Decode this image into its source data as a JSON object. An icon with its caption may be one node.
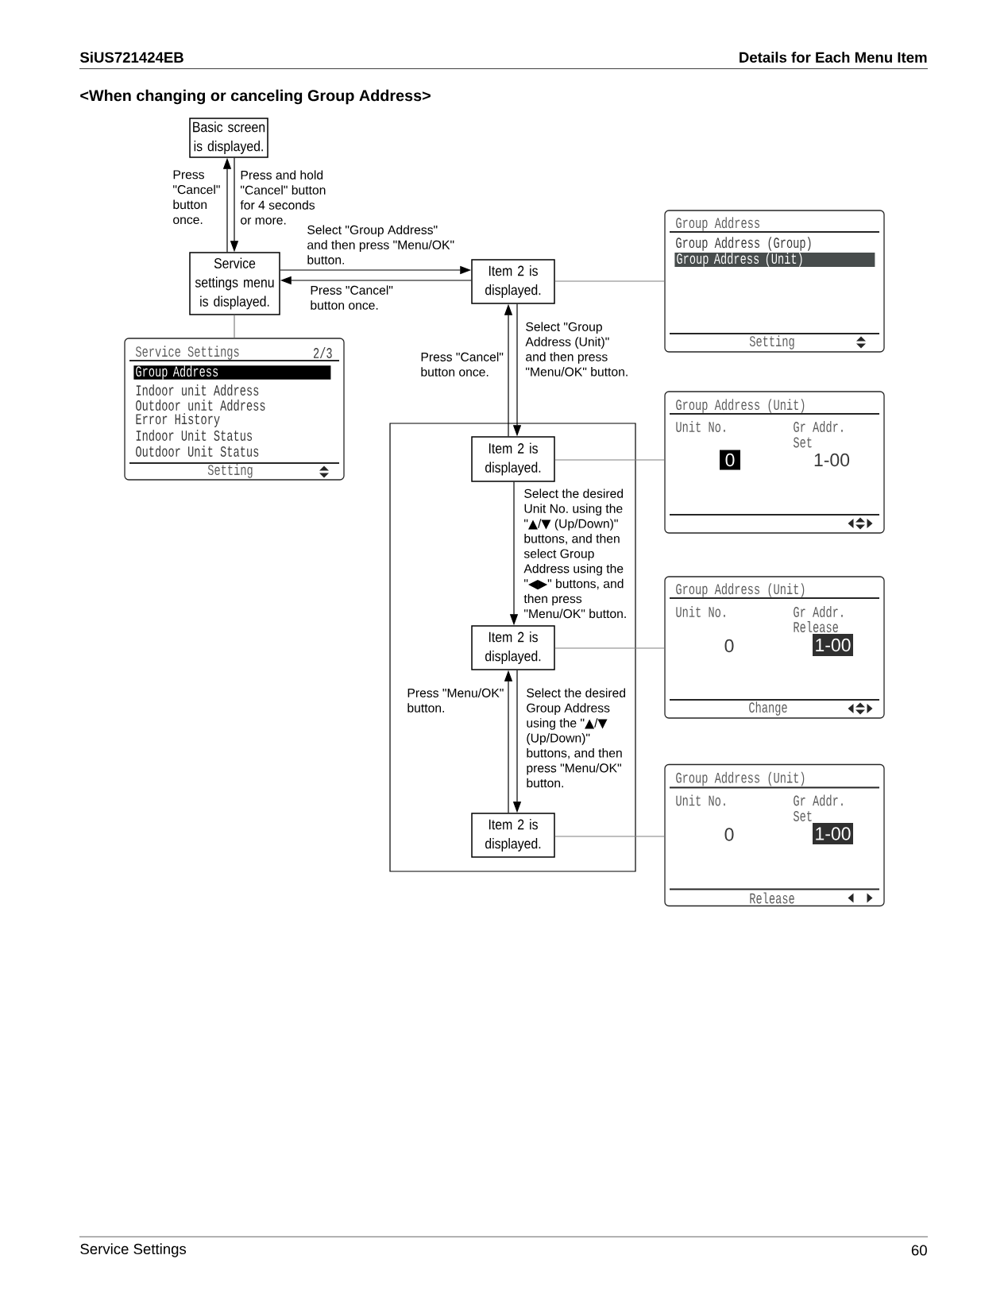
{
  "diagram": {
    "title": "<When changing or canceling Group Address>",
    "nodes": [
      {
        "text": [
          "Basic screen is displayed."
        ]
      },
      {
        "text": [
          "Service settings menu is displayed."
        ]
      },
      {
        "text": [
          "Item 2 is displayed."
        ]
      },
      {
        "text": [],
        "shape": "box"
      },
      {
        "text": [
          "Item 2 is displayed."
        ],
        "in": 3
      },
      {
        "text": [
          "Item 2 is displayed."
        ],
        "in": 3
      },
      {
        "text": [
          "Item 2 is displayed."
        ],
        "in": 3
      },
      {
        "text": [
          "Service Settings",
          "2/3",
          "Group Address",
          "Indoor unit Address",
          "Outdoor unit Address",
          "Error History",
          "Indoor Unit Status",
          "Outdoor Unit Status",
          "Setting"
        ]
      },
      {
        "text": [
          "Group Address",
          "Group Address (Group)",
          "Group Address (Unit)",
          "Setting"
        ]
      },
      {
        "text": [
          "Group Address (Unit)",
          "Unit No.",
          "Gr Addr.",
          "Set",
          "0",
          "1-00"
        ]
      },
      {
        "text": [
          "Group Address (Unit)",
          "Unit No.",
          "Gr Addr.",
          "Release",
          "0",
          "1-00",
          "Change"
        ]
      },
      {
        "text": [
          "Group Address (Unit)",
          "Unit No.",
          "Gr Addr.",
          "Set",
          "0",
          "1-00",
          "Release"
        ]
      }
    ],
    "edges": [
      {
        "from": 1,
        "to": 0,
        "arrow": "to",
        "label": "Press \"Cancel\" button once."
      },
      {
        "from": 0,
        "to": 1,
        "arrow": "to",
        "label": "Press and hold \"Cancel\" button for 4 seconds or more."
      },
      {
        "from": 1,
        "to": 2,
        "arrow": "to",
        "label": "Select \"Group Address\" and then press \"Menu/OK\" button."
      },
      {
        "from": 2,
        "to": 1,
        "arrow": "to",
        "label": "Press \"Cancel\" button once."
      },
      {
        "from": 4,
        "to": 2,
        "arrow": "to",
        "label": "Press \"Cancel\" button once."
      },
      {
        "from": 2,
        "to": 4,
        "arrow": "to",
        "label": "Select \"Group Address (Unit)\" and then press \"Menu/OK\" button."
      },
      {
        "from": 4,
        "to": 5,
        "arrow": "to",
        "label": "Select the desired Unit No. using the \"▲/▼ (Up/Down)\" buttons, and then select Group Address using the \"◀▶\" buttons, and then press \"Menu/OK\" button."
      },
      {
        "from": 6,
        "to": 5,
        "arrow": "to",
        "label": "Press \"Menu/OK\" button."
      },
      {
        "from": 5,
        "to": 6,
        "arrow": "to",
        "label": "Select the desired Group Address using the \"▲/▼ (Up/Down)\" buttons, and then press \"Menu/OK\" button."
      },
      {
        "from": 1,
        "to": 7,
        "arrow": "none",
        "color": "#808080"
      },
      {
        "from": 2,
        "to": 8,
        "arrow": "none",
        "color": "#808080"
      },
      {
        "from": 4,
        "to": 9,
        "arrow": "none",
        "color": "#808080"
      },
      {
        "from": 5,
        "to": 10,
        "arrow": "none",
        "color": "#808080"
      },
      {
        "from": 6,
        "to": 11,
        "arrow": "none",
        "color": "#808080"
      }
    ],
    "labels": [
      "SiUS721424EB",
      "Details for Each Menu Item",
      "Service Settings",
      "60"
    ]
  }
}
